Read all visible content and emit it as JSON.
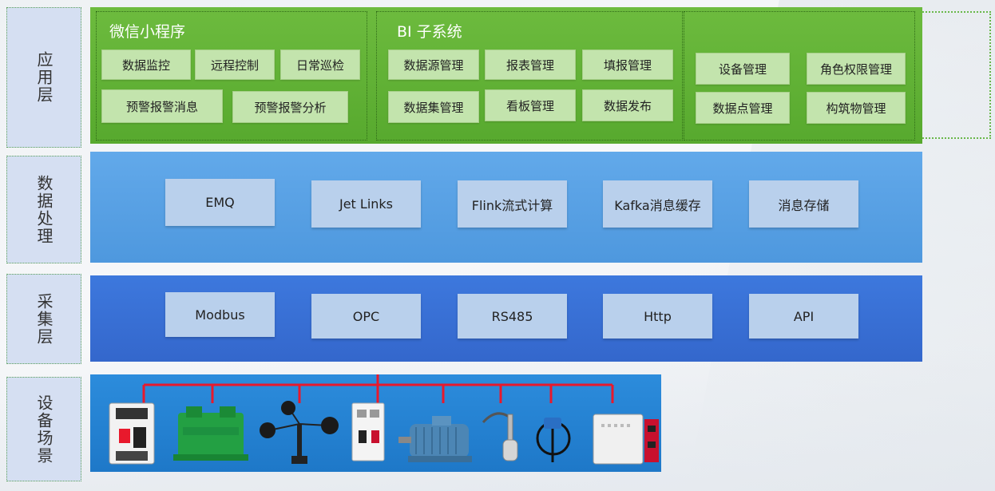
{
  "layers": {
    "app": "应用层",
    "data": "数据处理",
    "collect": "采集层",
    "device": "设备场景"
  },
  "app_layer": {
    "miniprogram": {
      "title": "微信小程序",
      "items": [
        "数据监控",
        "远程控制",
        "日常巡检",
        "预警报警消息",
        "预警报警分析"
      ]
    },
    "bi": {
      "title": "BI 子系统",
      "items": [
        "数据源管理",
        "报表管理",
        "填报管理",
        "数据集管理",
        "看板管理",
        "数据发布"
      ]
    },
    "admin": {
      "items": [
        "设备管理",
        "角色权限管理",
        "数据点管理",
        "构筑物管理"
      ]
    }
  },
  "data_layer": {
    "items": [
      "EMQ",
      "Jet  Links",
      "Flink流式计算",
      "Kafka消息缓存",
      "消息存储"
    ]
  },
  "collect_layer": {
    "items": [
      "Modbus",
      "OPC",
      "RS485",
      "Http",
      "API"
    ]
  },
  "devices": {
    "icons": [
      "circuit-breaker-icon",
      "green-transmitter-icon",
      "anemometer-icon",
      "dc-breaker-icon",
      "motor-icon",
      "float-switch-icon",
      "water-level-sensor-icon",
      "wireless-gateway-icon"
    ],
    "bus_color": "#e8192c"
  },
  "colors": {
    "app": "#5eae33",
    "data": "#57a0e4",
    "collect": "#386fd4",
    "device": "#2584d4"
  }
}
